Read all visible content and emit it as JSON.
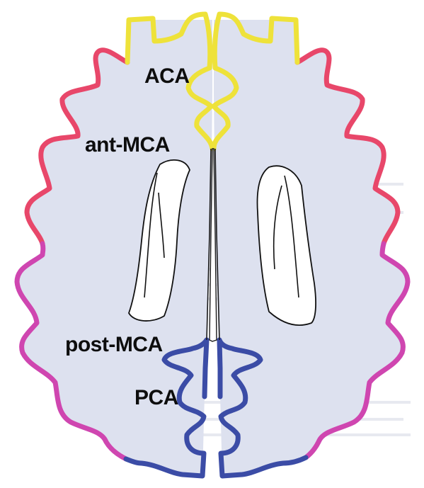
{
  "figure": {
    "territory_colors": {
      "aca": "#eee23a",
      "ant_mca": "#e8476a",
      "post_mca": "#cf46b0",
      "pca": "#3b4ca6"
    },
    "brain_fill": "#dde1ef",
    "ventricle_fill": "#ffffff"
  },
  "labels": {
    "aca": "ACA",
    "ant_mca": "ant-MCA",
    "post_mca": "post-MCA",
    "pca": "PCA"
  }
}
